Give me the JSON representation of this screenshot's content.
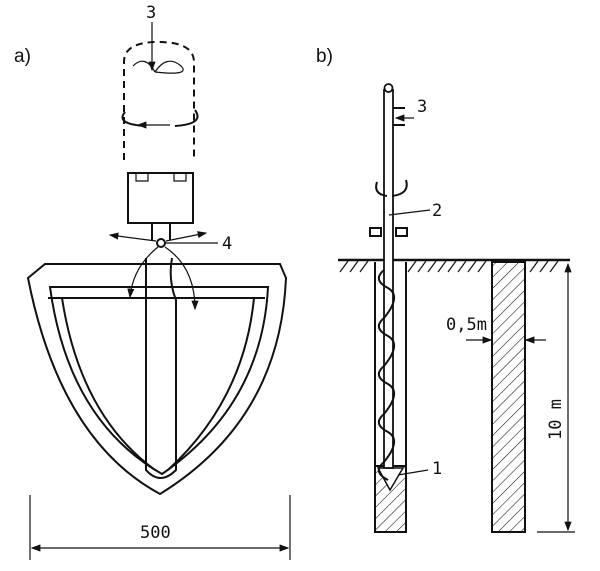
{
  "panel_a": {
    "label": "a)",
    "callout_3": "3",
    "callout_4": "4",
    "dimension_width": "500"
  },
  "panel_b": {
    "label": "b)",
    "callout_3": "3",
    "callout_2": "2",
    "callout_1": "1",
    "dimension_diameter": "0,5m",
    "dimension_depth": "10 m"
  },
  "colors": {
    "ink": "#111111",
    "paper": "#ffffff"
  }
}
